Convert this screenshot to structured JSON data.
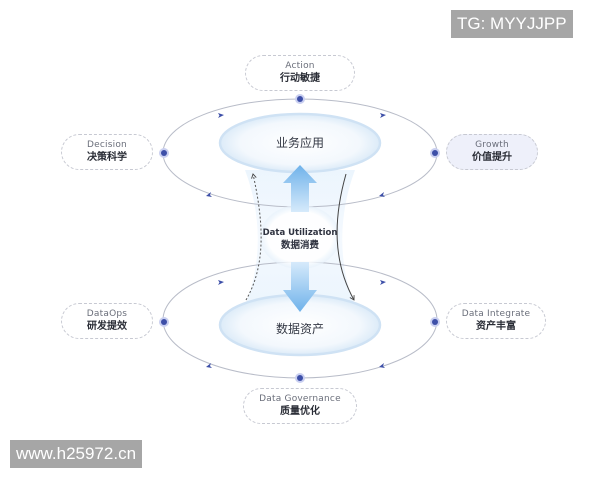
{
  "diagram": {
    "top_ring_label": "业务应用",
    "bottom_ring_label": "数据资产",
    "center": {
      "en": "Data Utilization",
      "zh": "数据消费"
    },
    "nodes": [
      {
        "id": "action",
        "en": "Action",
        "zh": "行动敏捷"
      },
      {
        "id": "decision",
        "en": "Decision",
        "zh": "决策科学"
      },
      {
        "id": "growth",
        "en": "Growth",
        "zh": "价值提升"
      },
      {
        "id": "dataops",
        "en": "DataOps",
        "zh": "研发提效"
      },
      {
        "id": "data-integrate",
        "en": "Data Integrate",
        "zh": "资产丰富"
      },
      {
        "id": "data-governance",
        "en": "Data Governance",
        "zh": "质量优化"
      }
    ],
    "colors": {
      "dot": "#3d4fa8",
      "dot_halo": "#c9cff0",
      "orbit_line": "#b8bcc8",
      "arrow_fill_top": "#d9ecfb",
      "arrow_fill_bottom": "#6fb2ea",
      "highlight_node_bg": "#eef0fa"
    }
  },
  "watermarks": {
    "top_right": "TG: MYYJJPP",
    "bottom_left": "www.h25972.cn"
  }
}
